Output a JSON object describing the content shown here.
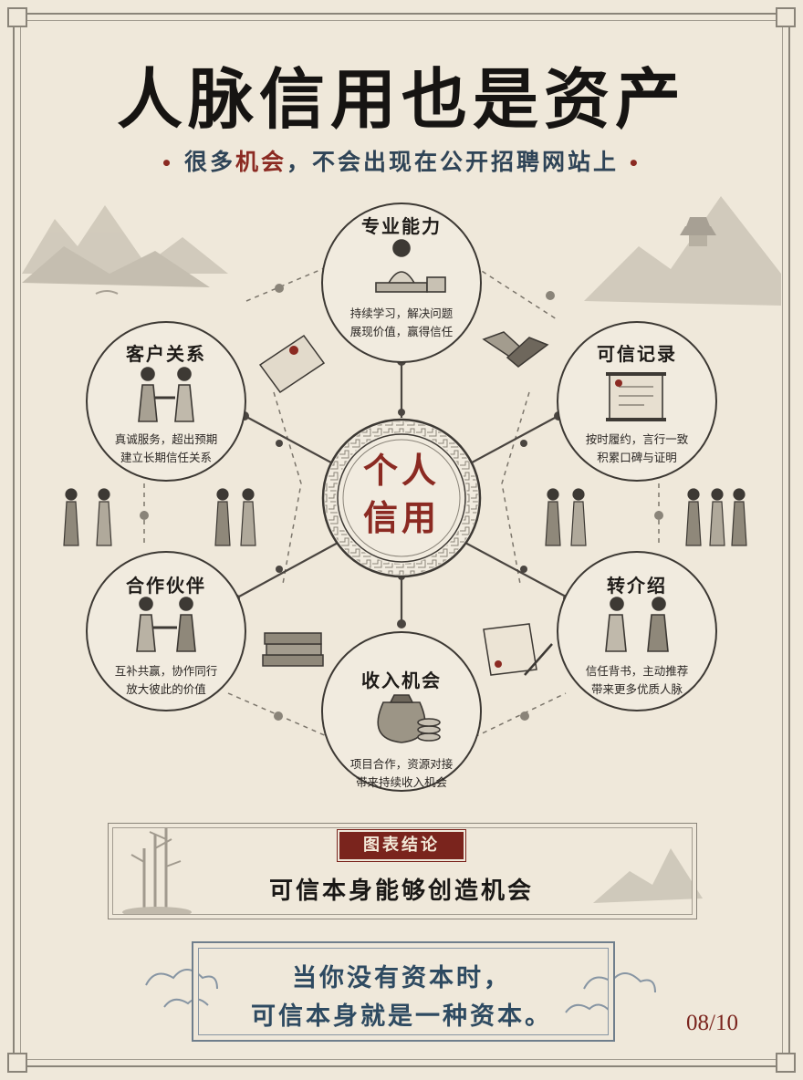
{
  "header": {
    "title": "人脉信用也是资产",
    "subtitle_pre": "很多",
    "subtitle_highlight": "机会",
    "subtitle_post": "，不会出现在公开招聘网站上"
  },
  "center": {
    "line1": "个人",
    "line2": "信用"
  },
  "nodes": {
    "top": {
      "title": "专业能力",
      "desc1": "持续学习，解决问题",
      "desc2": "展现价值，赢得信任"
    },
    "left_top": {
      "title": "客户关系",
      "desc1": "真诚服务，超出预期",
      "desc2": "建立长期信任关系"
    },
    "right_top": {
      "title": "可信记录",
      "desc1": "按时履约，言行一致",
      "desc2": "积累口碑与证明"
    },
    "left_bottom": {
      "title": "合作伙伴",
      "desc1": "互补共赢，协作同行",
      "desc2": "放大彼此的价值"
    },
    "right_bottom": {
      "title": "转介绍",
      "desc1": "信任背书，主动推荐",
      "desc2": "带来更多优质人脉"
    },
    "bottom": {
      "title": "收入机会",
      "desc1": "项目合作，资源对接",
      "desc2": "带来持续收入机会"
    }
  },
  "conclusion": {
    "badge": "图表结论",
    "text": "可信本身能够创造机会"
  },
  "quote": {
    "line1": "当你没有资本时，",
    "line2": "可信本身就是一种资本。"
  },
  "page_number": "08/10",
  "colors": {
    "accent_red": "#8b2a22",
    "accent_blue": "#2f4457",
    "paper": "#efe8da",
    "ink": "#2a2522"
  }
}
